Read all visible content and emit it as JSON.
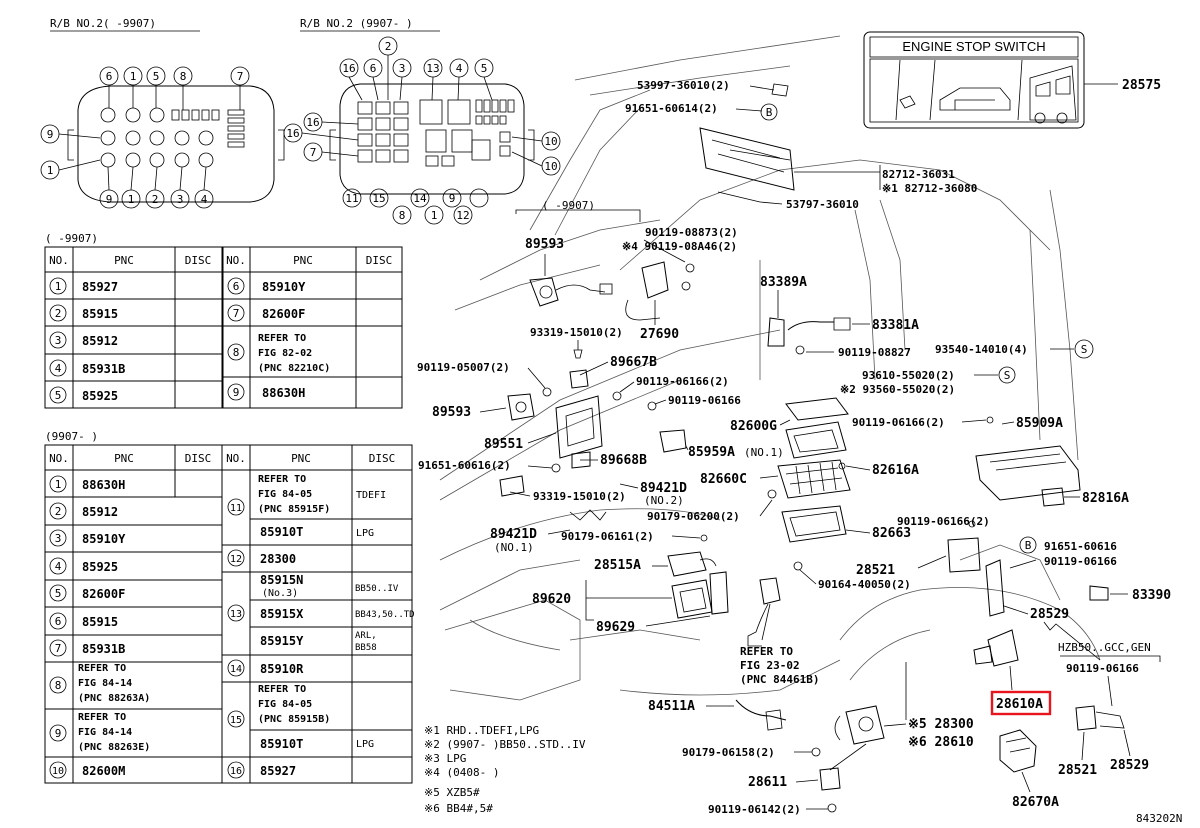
{
  "rb_left": {
    "label": "R/B NO.2(   -9907)",
    "top_nums": [
      "6",
      "1",
      "5",
      "8",
      "7"
    ],
    "left_nums": [
      "9",
      "1"
    ],
    "bottom_nums": [
      "9",
      "1",
      "2",
      "3",
      "4"
    ]
  },
  "rb_right": {
    "label": "R/B NO.2 (9907-    )",
    "top_nums": [
      "16",
      "6",
      "3",
      "13",
      "4",
      "5"
    ],
    "top_num2": "2",
    "left_nums": [
      "16",
      "16",
      "7"
    ],
    "right_nums": [
      "10",
      "10"
    ],
    "bottom_nums": [
      "11",
      "15",
      "8",
      "14",
      "1",
      "9",
      "12"
    ]
  },
  "table1": {
    "range": "(    -9907)",
    "head": {
      "no": "NO.",
      "pnc": "PNC",
      "disc": "DISC"
    },
    "left": [
      {
        "no": "1",
        "pnc": "85927"
      },
      {
        "no": "2",
        "pnc": "85915"
      },
      {
        "no": "3",
        "pnc": "85912"
      },
      {
        "no": "4",
        "pnc": "85931B"
      },
      {
        "no": "5",
        "pnc": "85925"
      }
    ],
    "right": [
      {
        "no": "6",
        "pnc": "85910Y"
      },
      {
        "no": "7",
        "pnc": "82600F"
      },
      {
        "no": "8",
        "pnc": "REFER TO",
        "pnc2": "FIG 82-02",
        "pnc3": "(PNC 82210C)"
      },
      {
        "no": "9",
        "pnc": "88630H"
      }
    ]
  },
  "table2": {
    "range": "(9907-    )",
    "head": {
      "no": "NO.",
      "pnc": "PNC",
      "disc": "DISC"
    },
    "left": [
      {
        "no": "1",
        "pnc": "88630H"
      },
      {
        "no": "2",
        "pnc": "85912"
      },
      {
        "no": "3",
        "pnc": "85910Y"
      },
      {
        "no": "4",
        "pnc": "85925"
      },
      {
        "no": "5",
        "pnc": "82600F"
      },
      {
        "no": "6",
        "pnc": "85915"
      },
      {
        "no": "7",
        "pnc": "85931B"
      },
      {
        "no": "8",
        "pnc": "REFER TO",
        "pnc2": "FIG 84-14",
        "pnc3": "(PNC 88263A)"
      },
      {
        "no": "9",
        "pnc": "REFER TO",
        "pnc2": "FIG 84-14",
        "pnc3": "(PNC 88263E)"
      },
      {
        "no": "10",
        "pnc": "82600M"
      }
    ],
    "right": {
      "r11a": {
        "pnc": "REFER TO",
        "pnc2": "FIG 84-05",
        "pnc3": "(PNC 85915F)",
        "disc": "TDEFI"
      },
      "r11b": {
        "pnc": "85910T",
        "disc": "LPG"
      },
      "r11no": "11",
      "r12": {
        "no": "12",
        "pnc": "28300"
      },
      "r13no": "13",
      "r13a": {
        "pnc": "85915N",
        "pnc2": "(No.3)",
        "disc": "BB50..IV"
      },
      "r13b": {
        "pnc": "85915X",
        "disc": "BB43,50..TD"
      },
      "r13c": {
        "pnc": "85915Y",
        "disc": "ARL,",
        "disc2": "BB58"
      },
      "r14": {
        "no": "14",
        "pnc": "85910R"
      },
      "r15no": "15",
      "r15a": {
        "pnc": "REFER TO",
        "pnc2": "FIG 84-05",
        "pnc3": "(PNC 85915B)"
      },
      "r15b": {
        "pnc": "85910T",
        "disc": "LPG"
      },
      "r16": {
        "no": "16",
        "pnc": "85927"
      }
    }
  },
  "notes": [
    "※1 RHD..TDEFI,LPG",
    "※2 (9907-     )BB50..STD..IV",
    "※3 LPG",
    "※4 (0408-     )",
    "※5 XZB5#",
    "※6 BB4#,5#"
  ],
  "engine_switch": {
    "title": "ENGINE STOP SWITCH",
    "part": "28575"
  },
  "labels": {
    "p53997": "53997-36010(2)",
    "p91651a": "91651-60614(2)",
    "b_circle": "B",
    "s_circle": "S",
    "p82712a": "82712-36031",
    "p82712b": "※1 82712-36080",
    "p53797": "53797-36010",
    "range9907": "(    -9907)",
    "p89593a": "89593",
    "p90119a": "90119-08873(2)",
    "p90119b": "※4 90119-08A46(2)",
    "p27690": "27690",
    "p93319a": "93319-15010(2)",
    "p83389": "83389A",
    "p83381": "83381A",
    "p90119c": "90119-08827",
    "p93540": "93540-14010(4)",
    "p93610": "93610-55020(2)",
    "p93560": "※2 93560-55020(2)",
    "p90119d": "90119-05007(2)",
    "p89667": "89667B",
    "p90119e": "90119-06166(2)",
    "p90119f": "90119-06166",
    "p89593b": "89593",
    "p89551": "89551",
    "p82600g": "82600G",
    "p90119g": "90119-06166(2)",
    "p85909": "85909A",
    "p85959": "85959A",
    "p85959n": "(NO.1)",
    "p82616": "82616A",
    "p91651b": "91651-60616(2)",
    "p89668": "89668B",
    "p89421a": "89421D",
    "p89421an": "(NO.2)",
    "p82660": "82660C",
    "p93319b": "93319-15010(2)",
    "p82816": "82816A",
    "p90179a": "90179-06200(2)",
    "p89421b": "89421D",
    "p89421bn": "(NO.1)",
    "p90179b": "90179-06161(2)",
    "p82663": "82663",
    "p90119h": "90119-06166(2)",
    "p28515": "28515A",
    "p28521a": "28521",
    "p91651c": "91651-60616",
    "p90119i": "90119-06166",
    "p90164": "90164-40050(2)",
    "p83390": "83390",
    "p89620": "89620",
    "p28529a": "28529",
    "p89629": "89629",
    "refer2302a": "REFER TO",
    "refer2302b": "FIG 23-02",
    "refer2302c": "(PNC 84461B)",
    "hzb": "HZB50..GCC,GEN",
    "p90119j": "90119-06166",
    "p28610a": "28610A",
    "p84511": "84511A",
    "p28300": "※5 28300",
    "p28610": "※6 28610",
    "p90179c": "90179-06158(2)",
    "p28611": "28611",
    "p28521b": "28521",
    "p28529b": "28529",
    "p90119k": "90119-06142(2)",
    "p82670": "82670A",
    "fig_no": "843202N"
  },
  "highlight": {
    "color": "#e8141e"
  }
}
